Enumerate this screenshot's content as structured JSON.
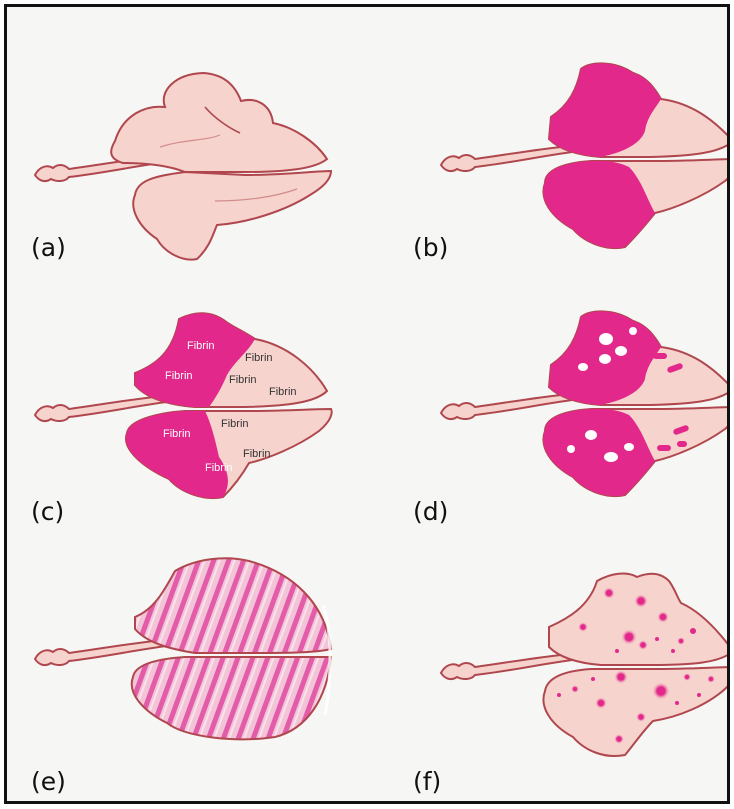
{
  "figure": {
    "labels": [
      "(a)",
      "(b)",
      "(c)",
      "(d)",
      "(e)",
      "(f)"
    ],
    "fibrin_text": "Fibrin"
  },
  "colors": {
    "lung_fill": "#f6d3cc",
    "lung_outline": "#b0474e",
    "magenta": "#e3288c",
    "stripe": "#e35ca9",
    "border": "#111111"
  }
}
